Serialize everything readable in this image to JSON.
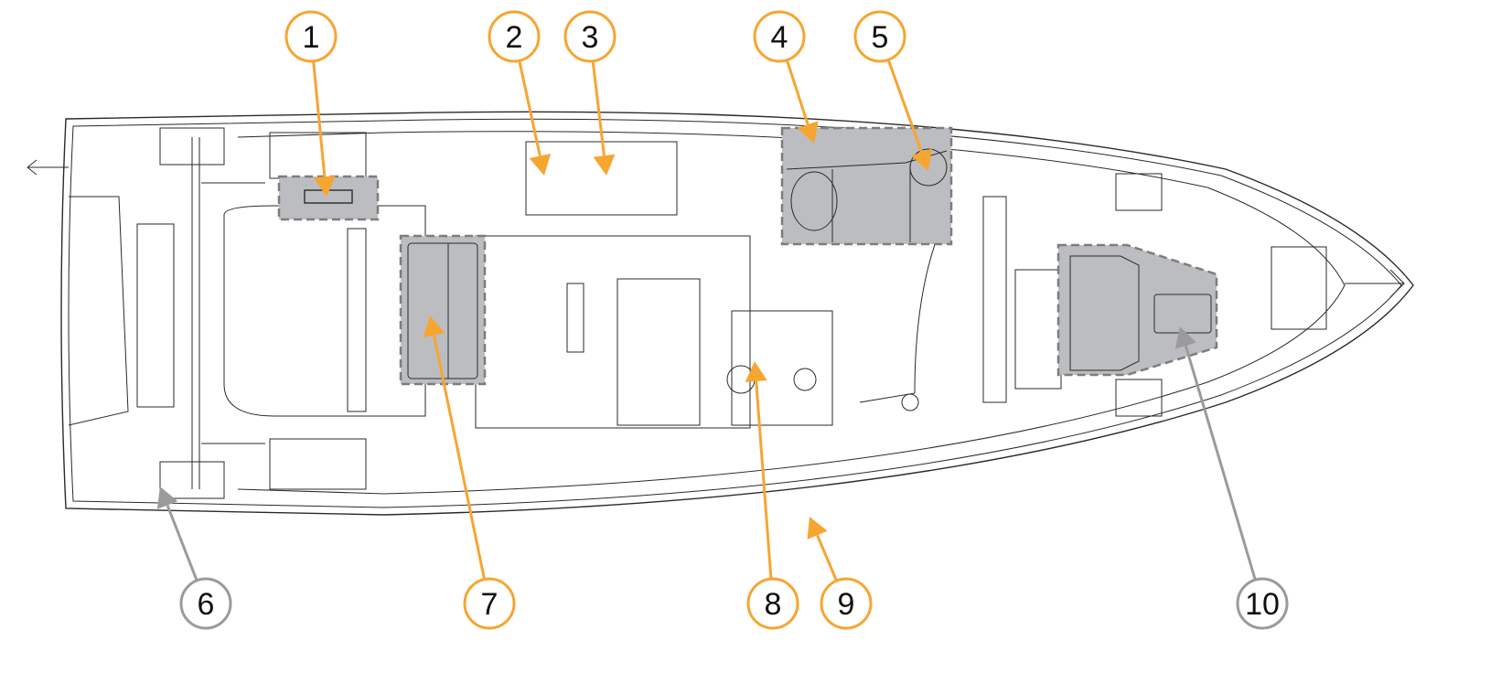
{
  "colors": {
    "orange": "#f7a531",
    "gray": "#9b9b9b",
    "zone": "#bcbdc0",
    "line": "#2a2a2a"
  },
  "callouts": [
    {
      "label": "1",
      "color": "orange"
    },
    {
      "label": "2",
      "color": "orange"
    },
    {
      "label": "3",
      "color": "orange"
    },
    {
      "label": "4",
      "color": "orange"
    },
    {
      "label": "5",
      "color": "orange"
    },
    {
      "label": "6",
      "color": "gray"
    },
    {
      "label": "7",
      "color": "orange"
    },
    {
      "label": "8",
      "color": "orange"
    },
    {
      "label": "9",
      "color": "orange"
    },
    {
      "label": "10",
      "color": "gray"
    }
  ]
}
